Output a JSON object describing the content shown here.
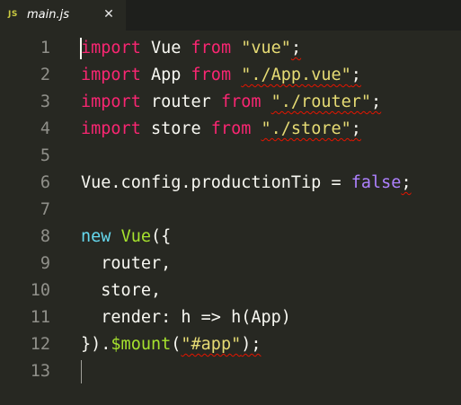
{
  "tab": {
    "icon_text": "JS",
    "icon_name": "javascript-file-icon",
    "filename": "main.js",
    "close_glyph": "✕"
  },
  "colors": {
    "background": "#272822",
    "keyword": "#f92672",
    "string": "#e6db74",
    "function": "#a6e22e",
    "boolean": "#ae81ff",
    "error_squiggle": "#e51400"
  },
  "editor": {
    "language": "javascript",
    "cursor_line": 1,
    "lines": [
      {
        "n": "1",
        "tokens": [
          {
            "t": "import",
            "c": "kw"
          },
          {
            "t": " Vue "
          },
          {
            "t": "from",
            "c": "kw"
          },
          {
            "t": " "
          },
          {
            "t": "\"vue\"",
            "c": "str"
          },
          {
            "t": ";",
            "sq": true
          }
        ]
      },
      {
        "n": "2",
        "tokens": [
          {
            "t": "import",
            "c": "kw"
          },
          {
            "t": " App "
          },
          {
            "t": "from",
            "c": "kw"
          },
          {
            "t": " "
          },
          {
            "t": "\"./App.vue\"",
            "c": "str",
            "sq": true
          },
          {
            "t": ";",
            "sq": true
          }
        ]
      },
      {
        "n": "3",
        "tokens": [
          {
            "t": "import",
            "c": "kw"
          },
          {
            "t": " router "
          },
          {
            "t": "from",
            "c": "kw"
          },
          {
            "t": " "
          },
          {
            "t": "\"./router\"",
            "c": "str",
            "sq": true
          },
          {
            "t": ";",
            "sq": true
          }
        ]
      },
      {
        "n": "4",
        "tokens": [
          {
            "t": "import",
            "c": "kw"
          },
          {
            "t": " store "
          },
          {
            "t": "from",
            "c": "kw"
          },
          {
            "t": " "
          },
          {
            "t": "\"./store\"",
            "c": "str",
            "sq": true
          },
          {
            "t": ";",
            "sq": true
          }
        ]
      },
      {
        "n": "5",
        "tokens": []
      },
      {
        "n": "6",
        "tokens": [
          {
            "t": "Vue.config.productionTip = "
          },
          {
            "t": "false",
            "c": "bool"
          },
          {
            "t": ";",
            "sq": true
          }
        ]
      },
      {
        "n": "7",
        "tokens": []
      },
      {
        "n": "8",
        "tokens": [
          {
            "t": "new",
            "c": "kw2"
          },
          {
            "t": " "
          },
          {
            "t": "Vue",
            "c": "fn"
          },
          {
            "t": "({"
          }
        ]
      },
      {
        "n": "9",
        "tokens": [
          {
            "t": "  router,"
          }
        ]
      },
      {
        "n": "10",
        "tokens": [
          {
            "t": "  store,"
          }
        ]
      },
      {
        "n": "11",
        "tokens": [
          {
            "t": "  render: h => h(App)"
          }
        ]
      },
      {
        "n": "12",
        "tokens": [
          {
            "t": "})."
          },
          {
            "t": "$mount",
            "c": "fn"
          },
          {
            "t": "("
          },
          {
            "t": "\"#app\"",
            "c": "str",
            "sq": true
          },
          {
            "t": ");",
            "sq": true
          }
        ]
      },
      {
        "n": "13",
        "tokens": []
      }
    ]
  }
}
